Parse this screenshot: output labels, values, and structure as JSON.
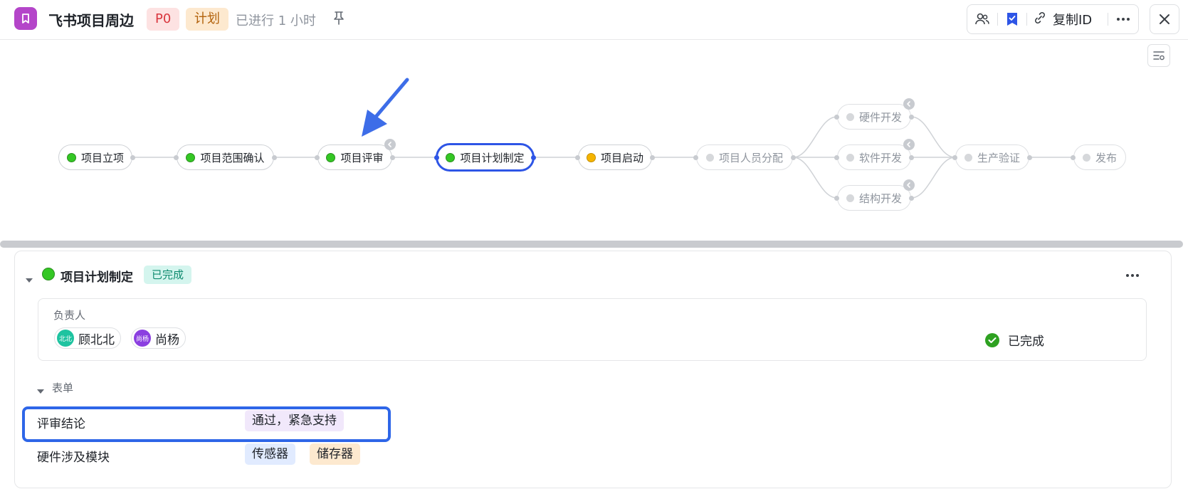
{
  "header": {
    "title": "飞书项目周边",
    "priority": "P0",
    "stage": "计划",
    "elapsed": "已进行 1 小时",
    "copy_id_label": "复制ID"
  },
  "flow": {
    "nodes": [
      {
        "label": "项目立项",
        "status": "done"
      },
      {
        "label": "项目范围确认",
        "status": "done"
      },
      {
        "label": "项目评审",
        "status": "done"
      },
      {
        "label": "项目计划制定",
        "status": "done"
      },
      {
        "label": "项目启动",
        "status": "in-progress"
      },
      {
        "label": "项目人员分配",
        "status": "pending"
      },
      {
        "label": "硬件开发",
        "status": "pending"
      },
      {
        "label": "软件开发",
        "status": "pending"
      },
      {
        "label": "结构开发",
        "status": "pending"
      },
      {
        "label": "生产验证",
        "status": "pending"
      },
      {
        "label": "发布",
        "status": "pending"
      }
    ]
  },
  "detail": {
    "title": "项目计划制定",
    "badge": "已完成",
    "owner_label": "负责人",
    "owners": [
      {
        "name": "顾北北",
        "initials": "北北",
        "color": "#1ec3a0"
      },
      {
        "name": "尚杨",
        "initials": "尚杨",
        "color": "#8b3fe0"
      }
    ],
    "status_text": "已完成",
    "form_section": "表单",
    "fields": [
      {
        "label": "评审结论",
        "values": [
          {
            "text": "通过，紧急支持",
            "bg": "#f1e8fb",
            "fg": "#1f2329"
          }
        ]
      },
      {
        "label": "硬件涉及模块",
        "values": [
          {
            "text": "传感器",
            "bg": "#e1ebff",
            "fg": "#1f2329"
          },
          {
            "text": "储存器",
            "bg": "#fde9cf",
            "fg": "#1f2329"
          }
        ]
      }
    ]
  },
  "colors": {
    "accent": "#2e55e6",
    "done": "#34c724",
    "in_progress": "#f5b400",
    "pending": "#c8cbd0",
    "highlight": "#2e66e8",
    "app_icon": "#b445c9"
  },
  "icons": [
    "bookmark-icon",
    "pin-icon",
    "members-icon",
    "flag-icon",
    "link-icon",
    "more-icon",
    "close-icon",
    "flow-settings-icon",
    "return-icon",
    "caret-down-icon",
    "check-icon",
    "pointer-arrow"
  ]
}
